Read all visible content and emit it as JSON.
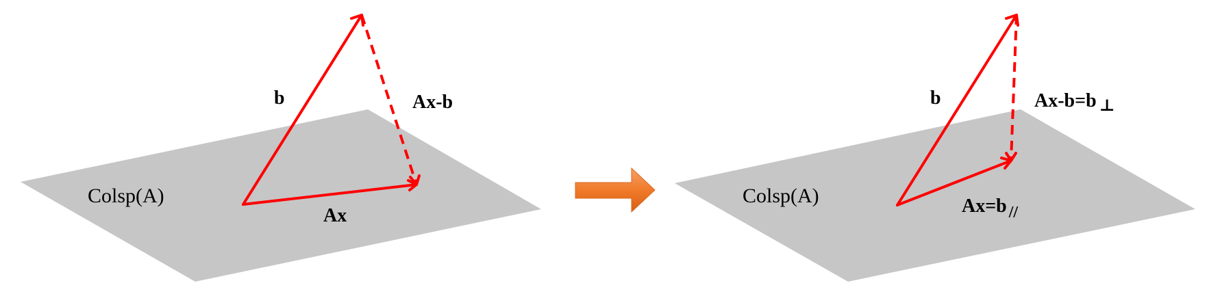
{
  "left_diagram": {
    "plane_label": "Colsp(A)",
    "b_label": "b",
    "ax_label": "Ax",
    "residual_label": "Ax-b"
  },
  "right_diagram": {
    "plane_label": "Colsp(A)",
    "b_label": "b",
    "ax_label_main": "Ax=b",
    "ax_label_sub": "//",
    "residual_label_main": "Ax-b=b",
    "residual_label_sub": "⊥"
  },
  "transition": {
    "arrow_color": "#f07a2a"
  },
  "colors": {
    "vector": "#ff0000",
    "plane": "#c6c6c6"
  }
}
